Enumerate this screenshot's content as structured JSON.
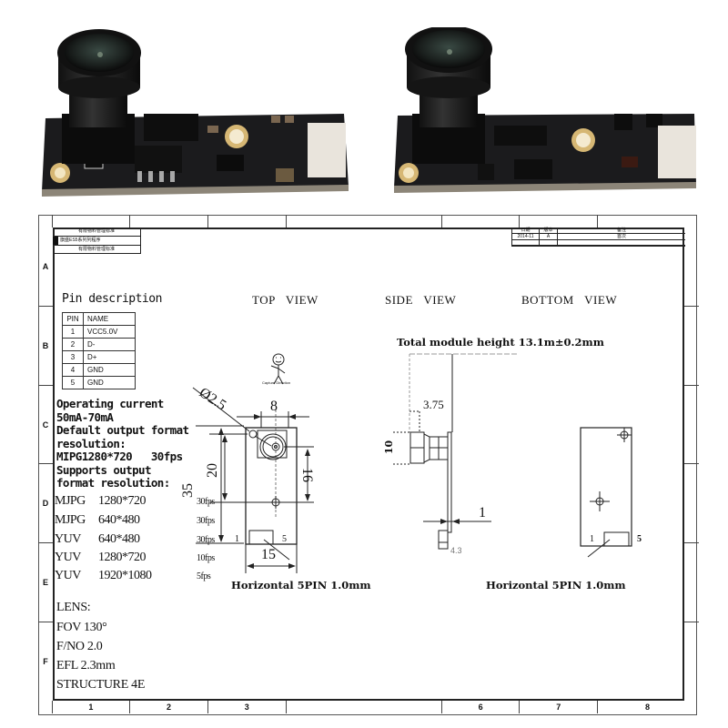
{
  "photos": {
    "left": {
      "description": "Camera module PCB angled view with black wide-angle lens, connector labeled 5 and 1"
    },
    "right": {
      "description": "Camera module PCB alternate angled view with black wide-angle lens and white 5-pin connector"
    }
  },
  "drawing": {
    "title_block": {
      "line1": "有限物料管理标准",
      "line2": "旗盛ES5系列列程序",
      "line3": "有限物料管理标准"
    },
    "revision_block": {
      "headers": [
        "日期",
        "版本",
        "备注"
      ],
      "row": [
        "2014-11",
        "A",
        "首次"
      ]
    },
    "zones_horizontal": [
      "1",
      "2",
      "3",
      "",
      "6",
      "7",
      "8"
    ],
    "zones_vertical": [
      "A",
      "B",
      "C",
      "D",
      "E",
      "F"
    ],
    "pin_description": {
      "title": "Pin description",
      "headers": [
        "PIN",
        "NAME"
      ],
      "rows": [
        [
          "1",
          "VCC5.0V"
        ],
        [
          "2",
          "D-"
        ],
        [
          "3",
          "D+"
        ],
        [
          "4",
          "GND"
        ],
        [
          "5",
          "GND"
        ]
      ]
    },
    "specs": {
      "operating_current_label": "Operating current",
      "operating_current_value": "50mA-70mA",
      "default_format_label_1": "Default output format",
      "default_format_label_2": "resolution:",
      "default_format_value": "MIPG1280*720   30fps",
      "supported_label_1": "Supports output",
      "supported_label_2": "format resolution:"
    },
    "formats": [
      {
        "codec": "MJPG",
        "resolution": "1280*720",
        "fps": "30fps"
      },
      {
        "codec": "MJPG",
        "resolution": "640*480",
        "fps": "30fps"
      },
      {
        "codec": "YUV",
        "resolution": "640*480",
        "fps": "30fps"
      },
      {
        "codec": "YUV",
        "resolution": "1280*720",
        "fps": "10fps"
      },
      {
        "codec": "YUV",
        "resolution": "1920*1080",
        "fps": "5fps"
      }
    ],
    "lens": {
      "label": "LENS:",
      "fov": "FOV 130°",
      "fno": "F/NO 2.0",
      "efl": "EFL 2.3mm",
      "structure": "STRUCTURE 4E"
    },
    "views": {
      "top": {
        "label": "TOP  VIEW",
        "hole_dia": "Ø2.5",
        "dim_width_lens": "8",
        "dim_height_total": "35",
        "dim_hole_to_center": "20",
        "dim_center_to_hole": "16",
        "dim_width_board": "15",
        "pin_left": "1",
        "pin_right": "5",
        "caption": "Horizontal 5PIN 1.0mm",
        "mascot_caption": "Capture Direction"
      },
      "side": {
        "label": "SIDE  VIEW",
        "total_height": "Total module height 13.1m±0.2mm",
        "dim_lens_offset": "3.75",
        "dim_lens_dia": "10",
        "dim_board_thickness": "1",
        "dim_connector": "4.3"
      },
      "bottom": {
        "label": "BOTTOM  VIEW",
        "pin_left": "1",
        "pin_right": "5",
        "caption": "Horizontal 5PIN 1.0mm"
      }
    }
  }
}
